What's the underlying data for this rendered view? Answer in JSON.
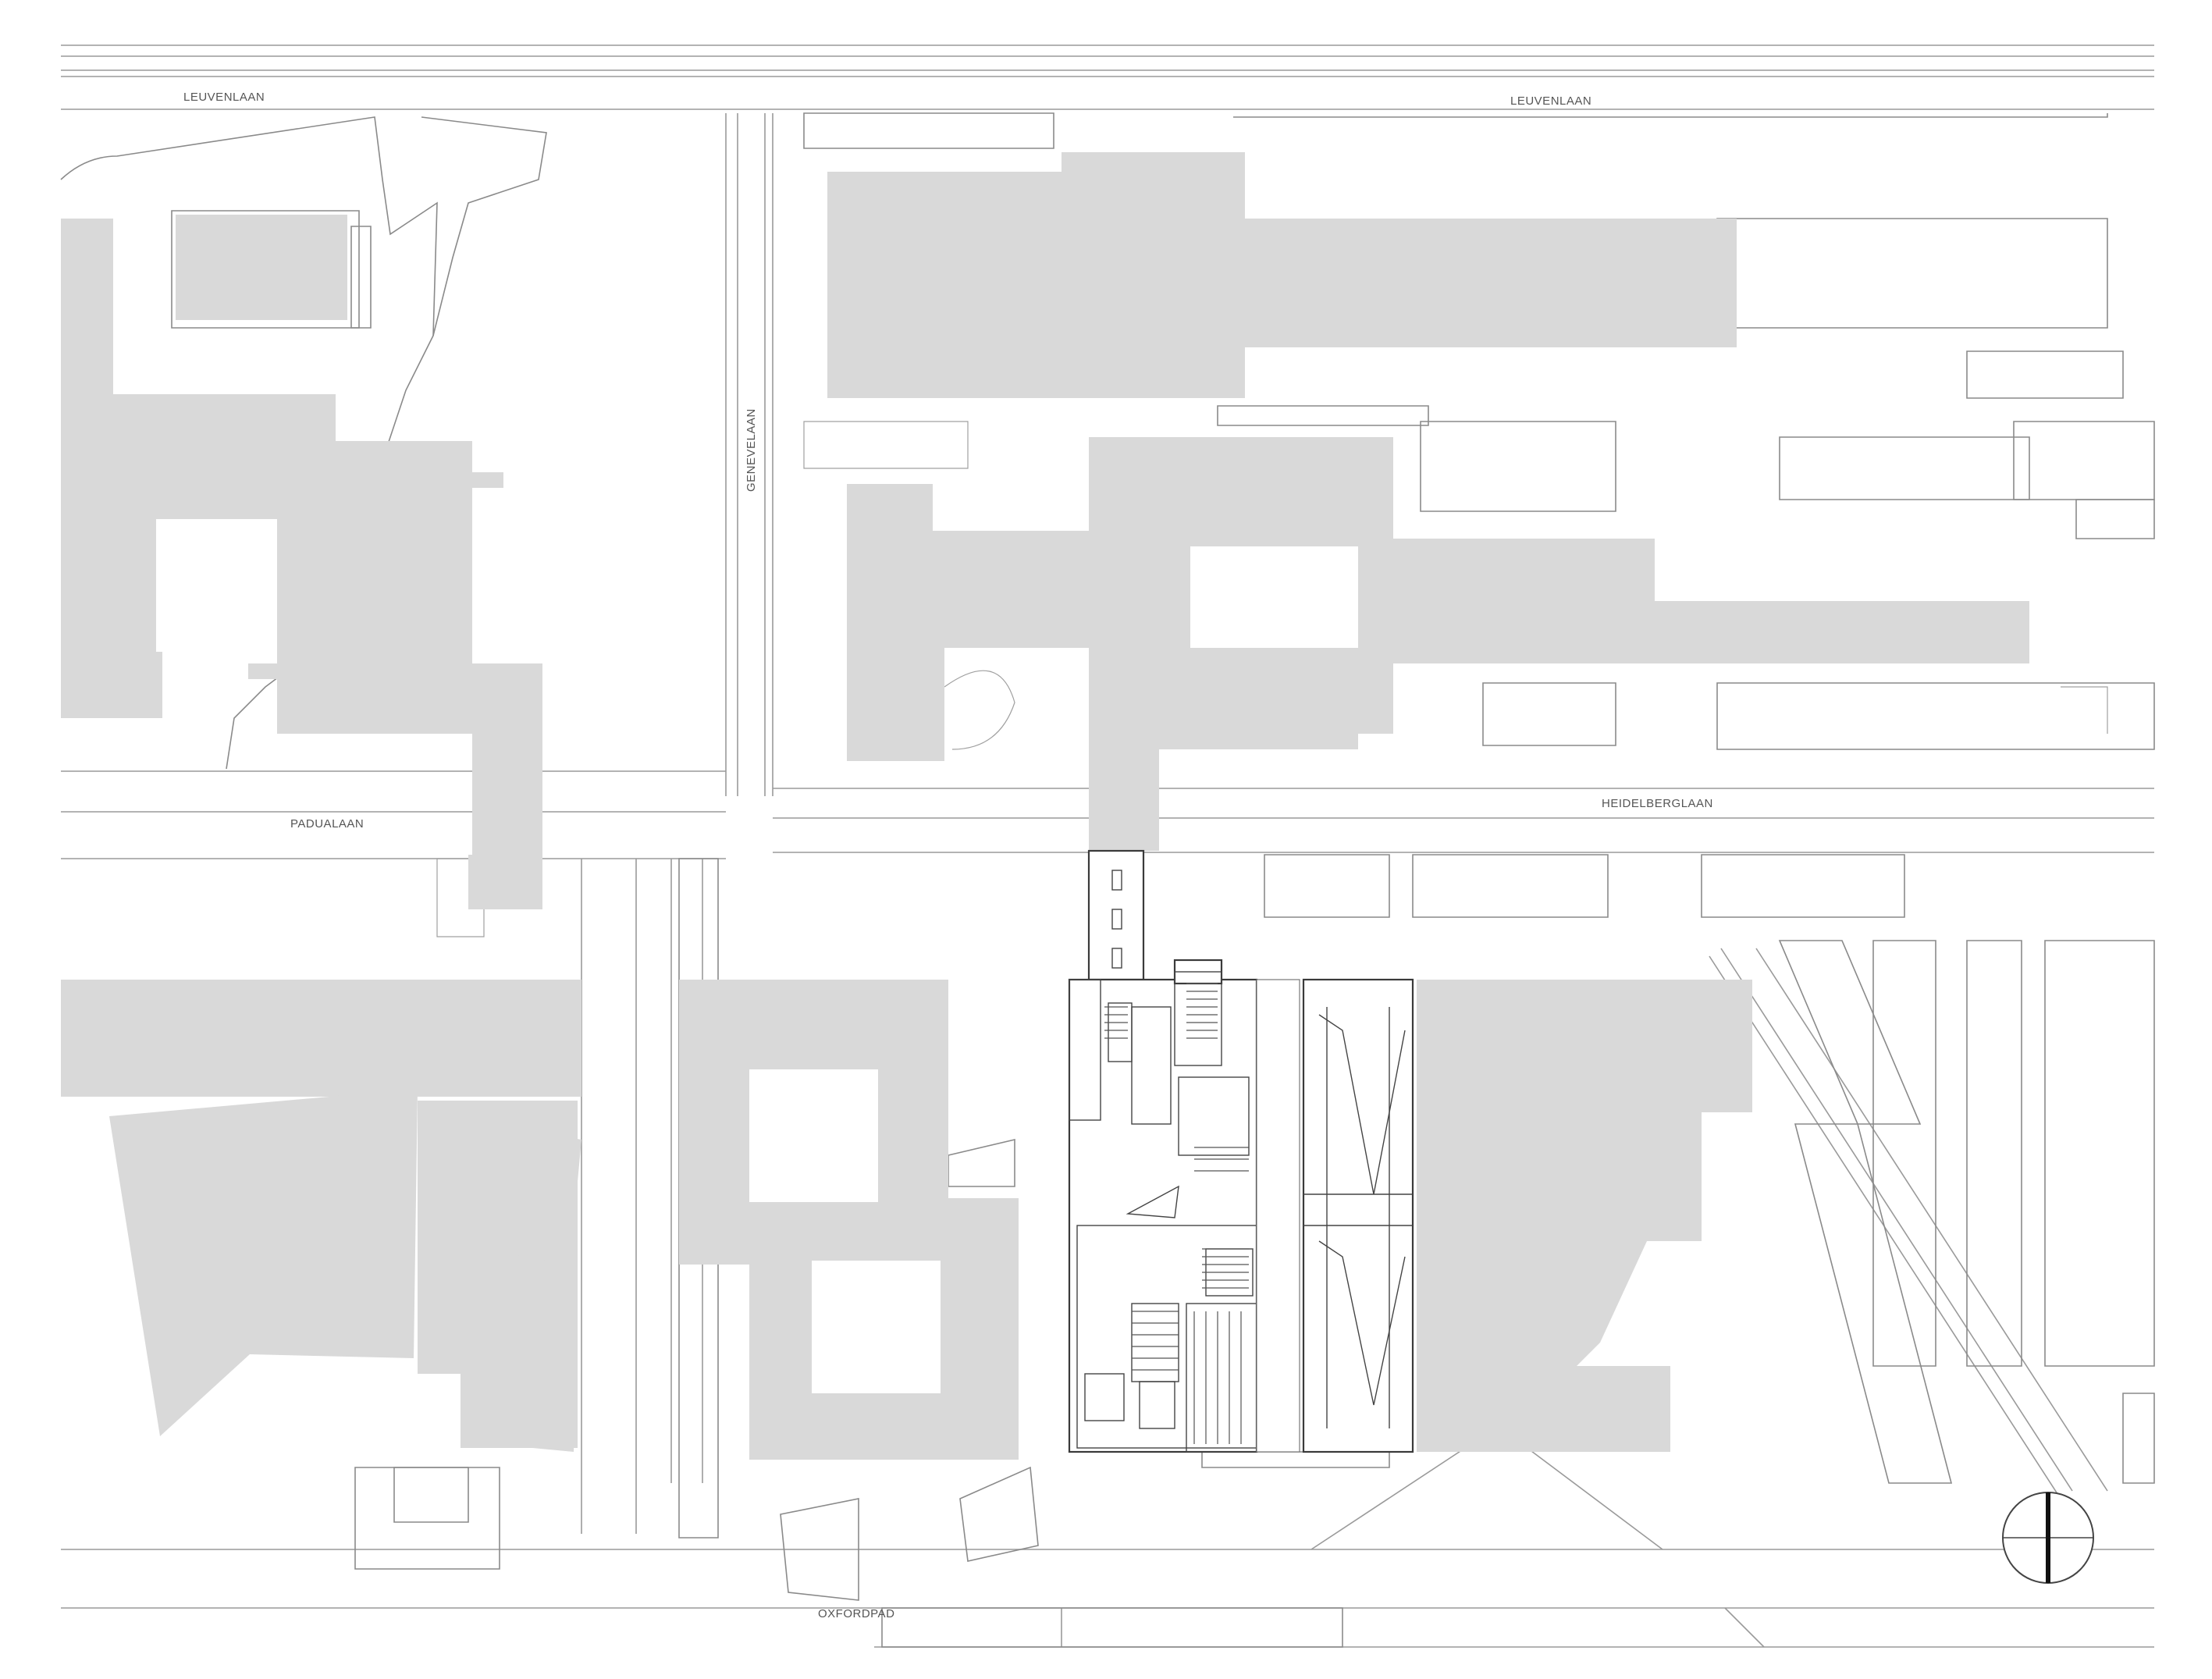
{
  "map": {
    "street_labels": {
      "leuvenlaan_west": "LEUVENLAAN",
      "leuvenlaan_east": "LEUVENLAAN",
      "genevelaan": "GENEVELAAN",
      "padualaan": "PADUALAAN",
      "heidelberglaan": "HEIDELBERGLAAN",
      "oxfordpad": "OXFORDPAD"
    },
    "colors": {
      "building_fill": "#d9d9d9",
      "line": "#8a8a8a",
      "plan_outline": "#3a3a3a",
      "background": "#ffffff"
    },
    "icons": {
      "north_arrow": "compass-north-arrow-icon"
    }
  }
}
